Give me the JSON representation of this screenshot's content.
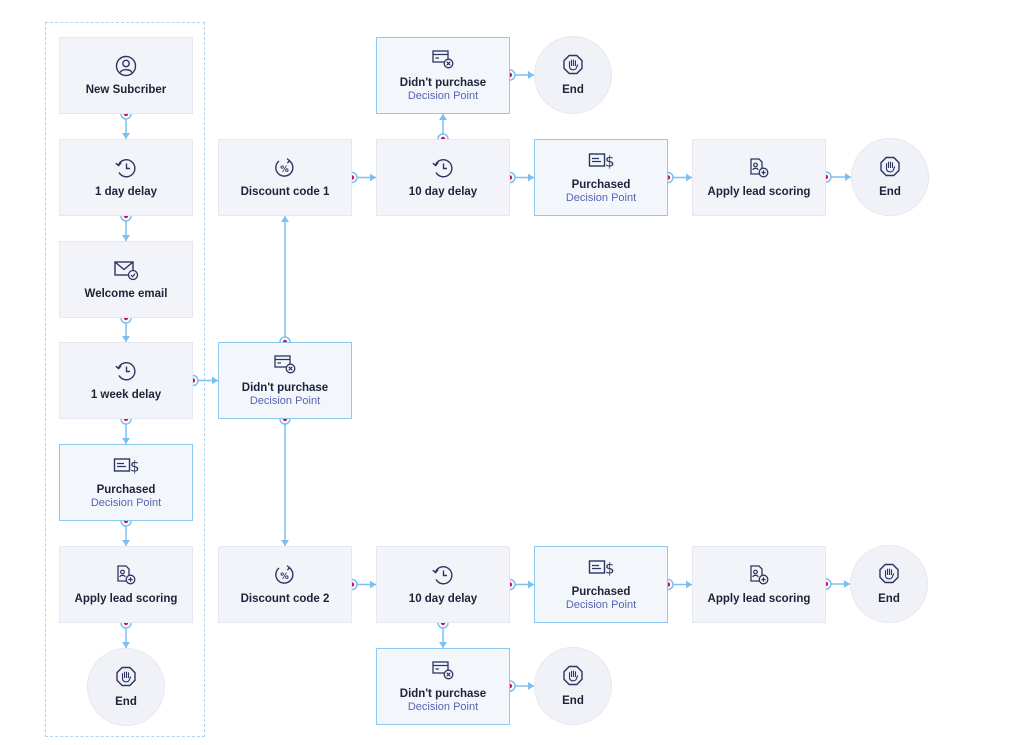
{
  "labels": {
    "new_subscriber": "New Subcriber",
    "one_day_delay": "1 day delay",
    "welcome_email": "Welcome email",
    "one_week_delay": "1 week delay",
    "purchased": "Purchased",
    "decision_point": "Decision Point",
    "apply_lead_scoring": "Apply lead scoring",
    "end": "End",
    "didnt_purchase": "Didn't purchase",
    "discount_code_1": "Discount code 1",
    "discount_code_2": "Discount code 2",
    "ten_day_delay": "10 day delay"
  },
  "colors": {
    "accent_blue": "#7cc0f0",
    "port_magenta": "#c2186b",
    "icon_navy": "#2d3561",
    "node_fill": "#f3f4f9",
    "decision_border": "#8fc9f2"
  },
  "nodes": [
    {
      "id": "n-subscriber",
      "kind": "rect",
      "icon": "user-icon",
      "label": "new_subscriber"
    },
    {
      "id": "n-1day",
      "kind": "rect",
      "icon": "clock-delay-icon",
      "label": "one_day_delay"
    },
    {
      "id": "n-welcome",
      "kind": "rect",
      "icon": "email-check-icon",
      "label": "welcome_email"
    },
    {
      "id": "n-1week",
      "kind": "rect",
      "icon": "clock-delay-icon",
      "label": "one_week_delay"
    },
    {
      "id": "n-purchased-left",
      "kind": "decision",
      "icon": "purchase-icon",
      "label": "purchased"
    },
    {
      "id": "n-lead-left",
      "kind": "rect",
      "icon": "lead-scoring-icon",
      "label": "apply_lead_scoring"
    },
    {
      "id": "n-end-left",
      "kind": "round",
      "icon": "stop-hand-icon",
      "label": "end"
    },
    {
      "id": "n-didnt-mid",
      "kind": "decision",
      "icon": "card-cancel-icon",
      "label": "didnt_purchase"
    },
    {
      "id": "n-discount1",
      "kind": "rect",
      "icon": "percent-icon",
      "label": "discount_code_1"
    },
    {
      "id": "n-10day-top",
      "kind": "rect",
      "icon": "clock-delay-icon",
      "label": "ten_day_delay"
    },
    {
      "id": "n-didnt-top",
      "kind": "decision",
      "icon": "card-cancel-icon",
      "label": "didnt_purchase"
    },
    {
      "id": "n-end-top-a",
      "kind": "round",
      "icon": "stop-hand-icon",
      "label": "end"
    },
    {
      "id": "n-purchased-top",
      "kind": "decision",
      "icon": "purchase-icon",
      "label": "purchased"
    },
    {
      "id": "n-lead-top",
      "kind": "rect",
      "icon": "lead-scoring-icon",
      "label": "apply_lead_scoring"
    },
    {
      "id": "n-end-top-b",
      "kind": "round",
      "icon": "stop-hand-icon",
      "label": "end"
    },
    {
      "id": "n-discount2",
      "kind": "rect",
      "icon": "percent-icon",
      "label": "discount_code_2"
    },
    {
      "id": "n-10day-bottom",
      "kind": "rect",
      "icon": "clock-delay-icon",
      "label": "ten_day_delay"
    },
    {
      "id": "n-purchased-bottom",
      "kind": "decision",
      "icon": "purchase-icon",
      "label": "purchased"
    },
    {
      "id": "n-lead-bottom",
      "kind": "rect",
      "icon": "lead-scoring-icon",
      "label": "apply_lead_scoring"
    },
    {
      "id": "n-end-bottom-b",
      "kind": "round",
      "icon": "stop-hand-icon",
      "label": "end"
    },
    {
      "id": "n-didnt-bottom",
      "kind": "decision",
      "icon": "card-cancel-icon",
      "label": "didnt_purchase"
    },
    {
      "id": "n-end-bottom-a",
      "kind": "round",
      "icon": "stop-hand-icon",
      "label": "end"
    }
  ],
  "edges": [
    {
      "from": "n-subscriber",
      "to": "n-1day"
    },
    {
      "from": "n-1day",
      "to": "n-welcome"
    },
    {
      "from": "n-welcome",
      "to": "n-1week"
    },
    {
      "from": "n-1week",
      "to": "n-purchased-left"
    },
    {
      "from": "n-purchased-left",
      "to": "n-lead-left"
    },
    {
      "from": "n-lead-left",
      "to": "n-end-left"
    },
    {
      "from": "n-1week",
      "to": "n-didnt-mid"
    },
    {
      "from": "n-didnt-mid",
      "to": "n-discount1"
    },
    {
      "from": "n-didnt-mid",
      "to": "n-discount2"
    },
    {
      "from": "n-discount1",
      "to": "n-10day-top"
    },
    {
      "from": "n-10day-top",
      "to": "n-didnt-top"
    },
    {
      "from": "n-didnt-top",
      "to": "n-end-top-a"
    },
    {
      "from": "n-10day-top",
      "to": "n-purchased-top"
    },
    {
      "from": "n-purchased-top",
      "to": "n-lead-top"
    },
    {
      "from": "n-lead-top",
      "to": "n-end-top-b"
    },
    {
      "from": "n-discount2",
      "to": "n-10day-bottom"
    },
    {
      "from": "n-10day-bottom",
      "to": "n-purchased-bottom"
    },
    {
      "from": "n-purchased-bottom",
      "to": "n-lead-bottom"
    },
    {
      "from": "n-lead-bottom",
      "to": "n-end-bottom-b"
    },
    {
      "from": "n-10day-bottom",
      "to": "n-didnt-bottom"
    },
    {
      "from": "n-didnt-bottom",
      "to": "n-end-bottom-a"
    }
  ]
}
